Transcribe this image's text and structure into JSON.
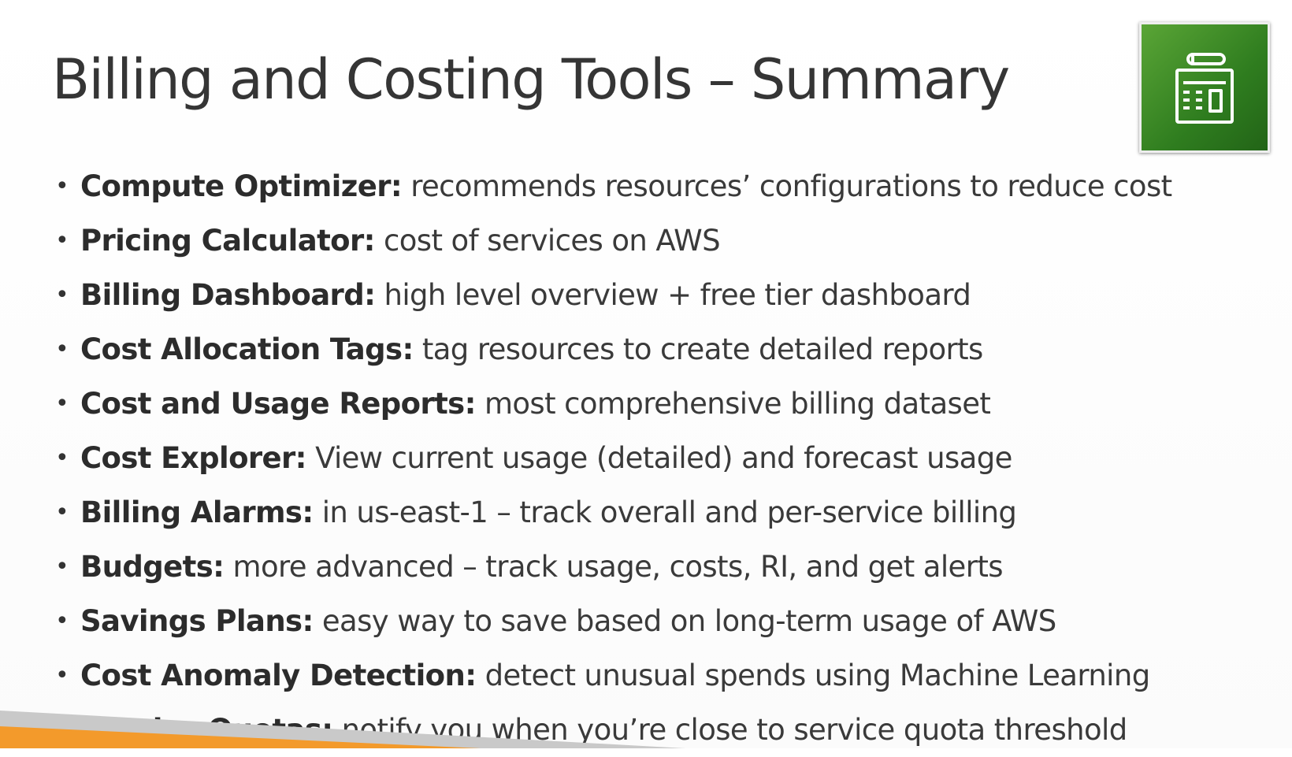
{
  "title": "Billing and Costing Tools – Summary",
  "icon": {
    "name": "calculator-icon",
    "accent": "#3a8a27"
  },
  "bullets": [
    {
      "term": "Compute Optimizer:",
      "desc": "recommends resources’ configurations to reduce cost"
    },
    {
      "term": "Pricing Calculator:",
      "desc": "cost of services on AWS"
    },
    {
      "term": "Billing Dashboard:",
      "desc": "high level overview + free tier dashboard"
    },
    {
      "term": "Cost Allocation Tags:",
      "desc": "tag resources to create detailed reports"
    },
    {
      "term": "Cost and Usage Reports:",
      "desc": "most comprehensive billing dataset"
    },
    {
      "term": "Cost Explorer:",
      "desc": "View current usage (detailed) and forecast usage"
    },
    {
      "term": "Billing Alarms:",
      "desc": "in us-east-1 – track overall and per-service billing"
    },
    {
      "term": "Budgets:",
      "desc": "more advanced – track usage, costs, RI, and get alerts"
    },
    {
      "term": "Savings Plans:",
      "desc": "easy way to save based on long-term usage of AWS"
    },
    {
      "term": "Cost Anomaly Detection:",
      "desc": "detect unusual spends using Machine Learning"
    },
    {
      "term": "Service Quotas:",
      "desc": "notify you when you’re close to service quota threshold"
    }
  ],
  "colors": {
    "stripe_orange": "#f39a2b",
    "stripe_gray": "#c9c9c9",
    "icon_green": "#3a8a27"
  }
}
